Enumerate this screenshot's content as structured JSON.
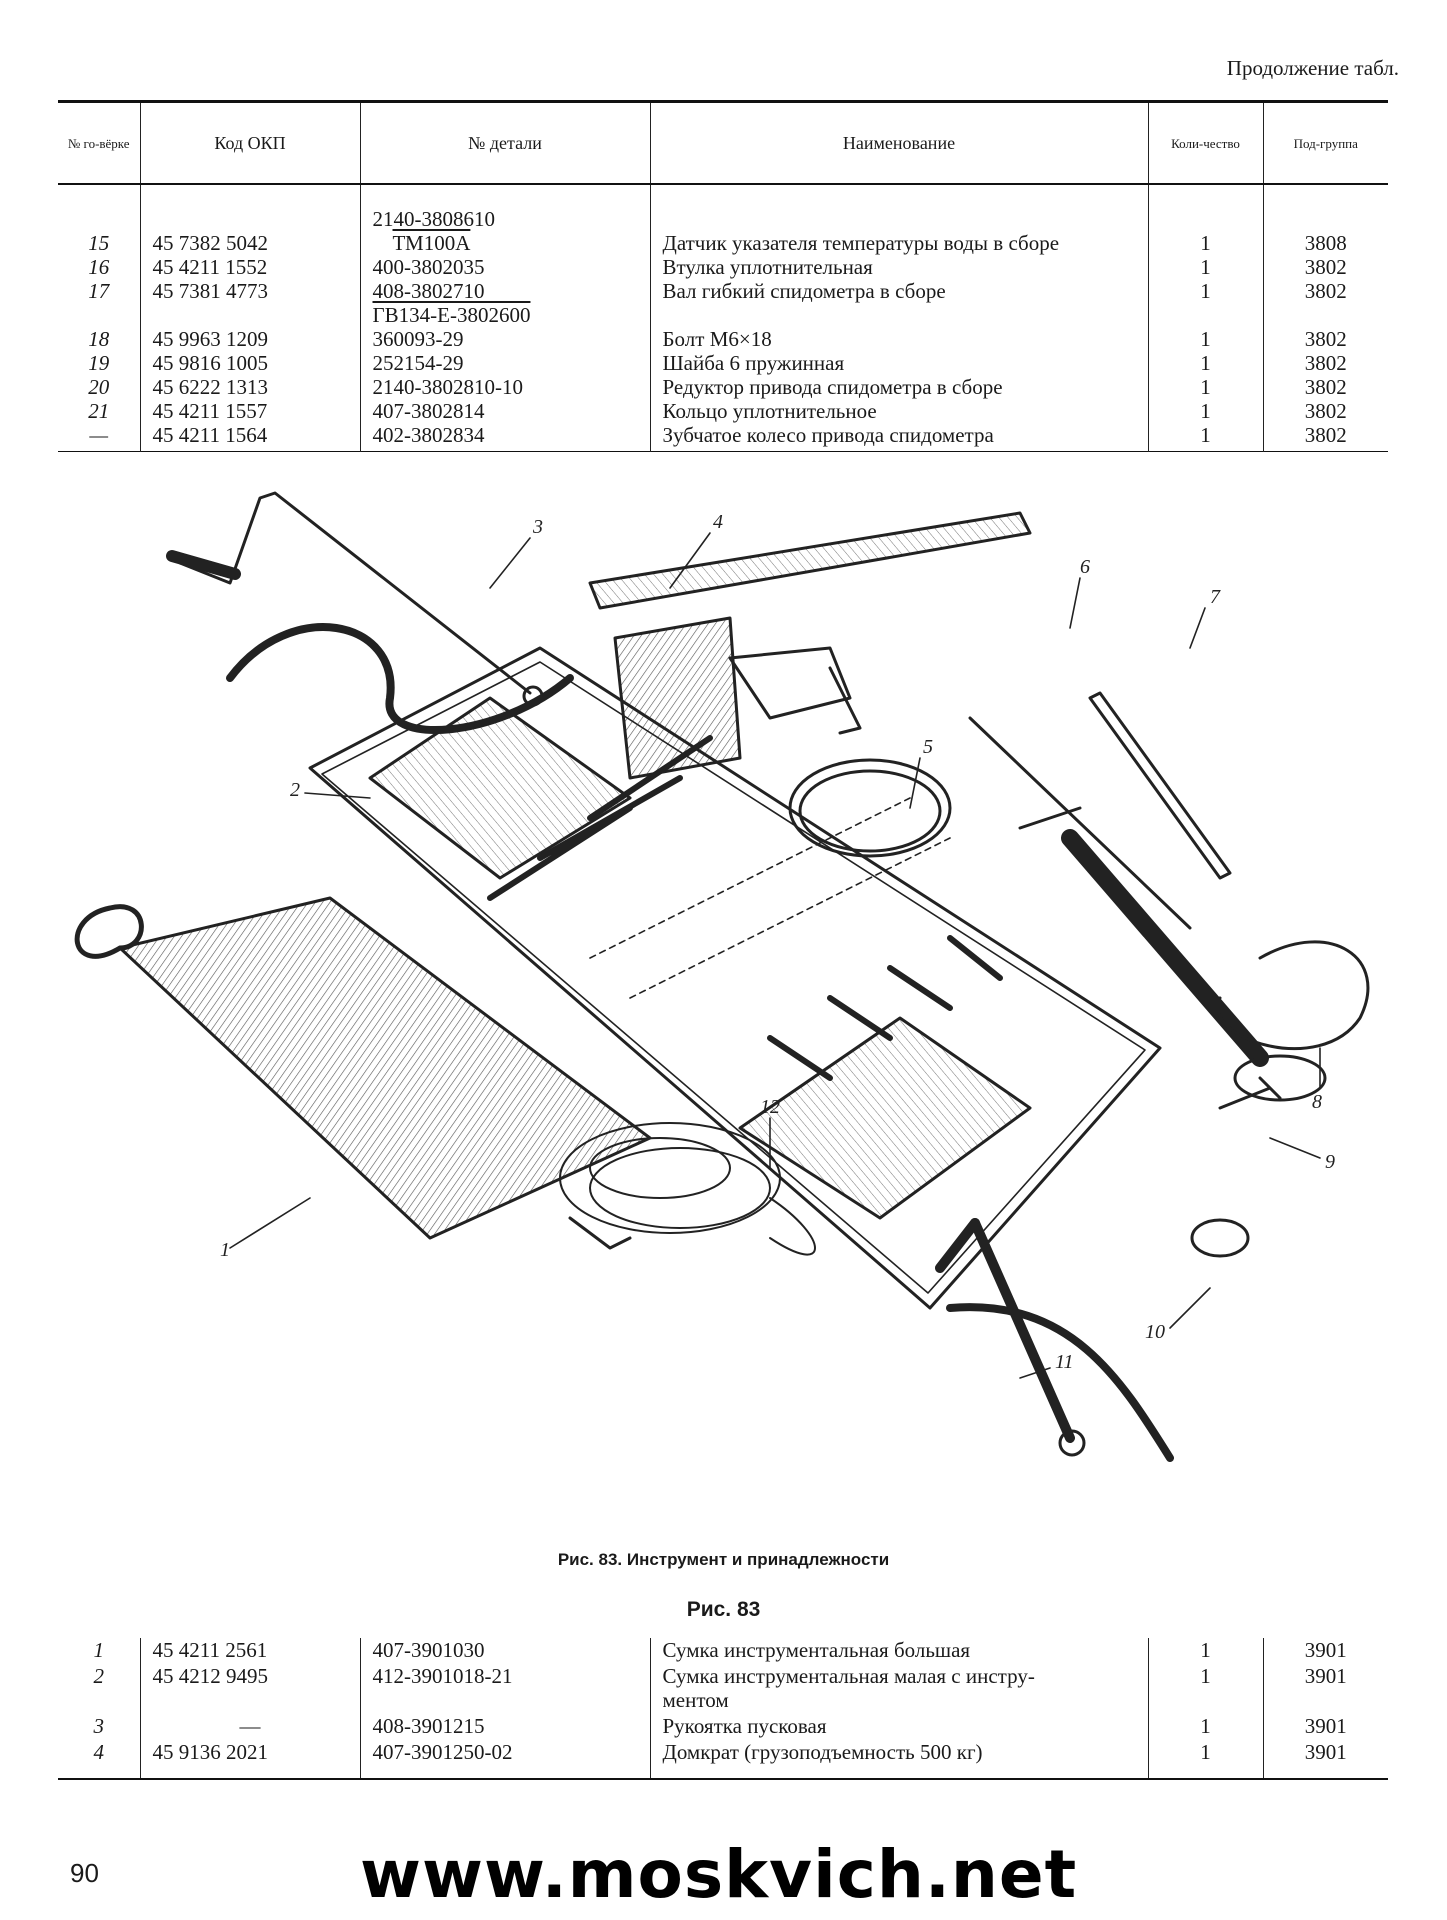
{
  "header": {
    "continuation": "Продолжение табл."
  },
  "table1": {
    "columns": [
      "№ го-вёрке",
      "Код ОКП",
      "№ детали",
      "Наименование",
      "Коли-чество",
      "Под-группа"
    ],
    "rows": [
      {
        "pos": "15",
        "okp": "45 7382 5042",
        "part": [
          "2140-3808610",
          "ТМ100А"
        ],
        "name": "Датчик указателя температуры воды в сборе",
        "qty": "1",
        "group": "3808"
      },
      {
        "pos": "16",
        "okp": "45 4211 1552",
        "part": [
          "400-3802035"
        ],
        "name": "Втулка уплотнительная",
        "qty": "1",
        "group": "3802"
      },
      {
        "pos": "17",
        "okp": "45 7381 4773",
        "part": [
          "408-3802710",
          "ГВ134-Е-3802600"
        ],
        "name": "Вал гибкий спидометра в сборе",
        "qty": "1",
        "group": "3802"
      },
      {
        "pos": "18",
        "okp": "45 9963 1209",
        "part": [
          "360093-29"
        ],
        "name": "Болт М6×18",
        "qty": "1",
        "group": "3802",
        "indent": true
      },
      {
        "pos": "19",
        "okp": "45 9816 1005",
        "part": [
          "252154-29"
        ],
        "name": "Шайба 6 пружинная",
        "qty": "1",
        "group": "3802",
        "indent": true
      },
      {
        "pos": "20",
        "okp": "45 6222 1313",
        "part": [
          "2140-3802810-10"
        ],
        "name": "Редуктор привода спидометра в сборе",
        "qty": "1",
        "group": "3802"
      },
      {
        "pos": "21",
        "okp": "45 4211 1557",
        "part": [
          "407-3802814"
        ],
        "name": "Кольцо уплотнительное",
        "qty": "1",
        "group": "3802"
      },
      {
        "pos": "—",
        "okp": "45 4211 1564",
        "part": [
          "402-3802834"
        ],
        "name": "Зубчатое колесо привода спидометра",
        "qty": "1",
        "group": "3802"
      }
    ]
  },
  "figure": {
    "caption": "Рис. 83. Инструмент и принадлежности",
    "callouts": [
      "1",
      "2",
      "3",
      "4",
      "5",
      "6",
      "7",
      "8",
      "9",
      "10",
      "11",
      "12"
    ]
  },
  "section": {
    "heading": "Рис. 83"
  },
  "table2": {
    "rows": [
      {
        "pos": "1",
        "okp": "45 4211 2561",
        "part": "407-3901030",
        "name": [
          "Сумка инструментальная большая"
        ],
        "qty": "1",
        "group": "3901"
      },
      {
        "pos": "2",
        "okp": "45 4212 9495",
        "part": "412-3901018-21",
        "name": [
          "Сумка инструментальная малая с инстру-",
          "ментом"
        ],
        "qty": "1",
        "group": "3901"
      },
      {
        "pos": "3",
        "okp": "—",
        "part": "408-3901215",
        "name": [
          "Рукоятка пусковая"
        ],
        "qty": "1",
        "group": "3901"
      },
      {
        "pos": "4",
        "okp": "45 9136 2021",
        "part": "407-3901250-02",
        "name": [
          "Домкрат (грузоподъемность 500 кг)"
        ],
        "qty": "1",
        "group": "3901"
      }
    ]
  },
  "footer": {
    "page_number": "90",
    "website": "www.moskvich.net"
  }
}
